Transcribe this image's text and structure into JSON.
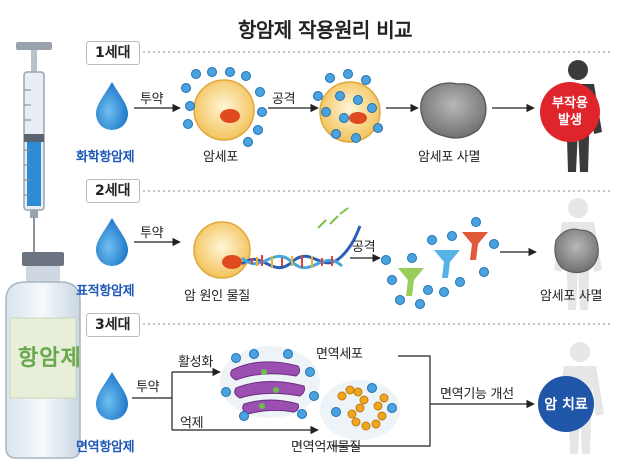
{
  "title": "항암제 작용원리 비교",
  "vial_label": "항암제",
  "gen1": {
    "badge": "1세대",
    "drug": "화학항암제",
    "arrow1": "투약",
    "cell": "암세포",
    "arrow2": "공격",
    "result": "암세포 사멸",
    "side_effect": "부작용 발생"
  },
  "gen2": {
    "badge": "2세대",
    "drug": "표적항암제",
    "arrow1": "투약",
    "target": "암 원인 물질",
    "arrow2": "공격",
    "result": "암세포 사멸"
  },
  "gen3": {
    "badge": "3세대",
    "drug": "면역항암제",
    "arrow1": "투약",
    "activate": "활성화",
    "suppress": "억제",
    "immune_cell": "면역세포",
    "immune_suppressor": "면역억제물질",
    "improve": "면역기능 개선",
    "cure": "암 치료"
  },
  "colors": {
    "accent_blue": "#1d58b8",
    "drop_blue": "#2e8fd8",
    "red": "#e0242b",
    "cure_blue": "#2056a8"
  }
}
